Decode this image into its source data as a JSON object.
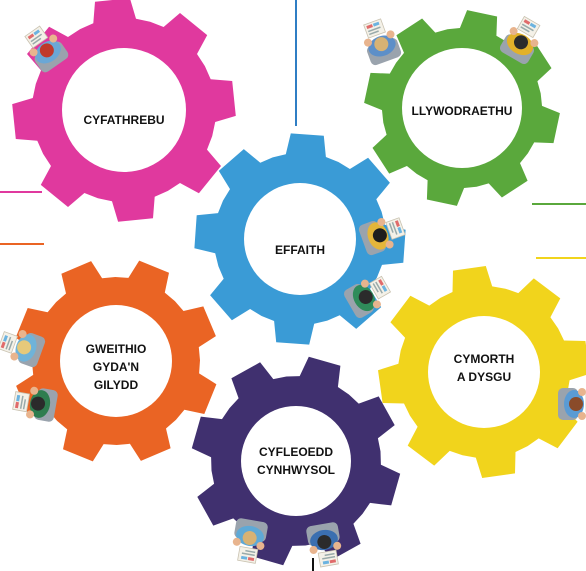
{
  "gears": [
    {
      "id": "cyfathrebu",
      "lines": [
        "CYFATHREBU"
      ],
      "color": "#e0399e"
    },
    {
      "id": "llywodraethu",
      "lines": [
        "LLYWODRAETHU"
      ],
      "color": "#5aa83c"
    },
    {
      "id": "effaith",
      "lines": [
        "EFFAITH"
      ],
      "color": "#3a9bd6"
    },
    {
      "id": "gweithio",
      "lines": [
        "GWEITHIO",
        "GYDA'N",
        "GILYDD"
      ],
      "color": "#ea6424"
    },
    {
      "id": "cymorth",
      "lines": [
        "CYMORTH",
        "A DYSGU"
      ],
      "color": "#f1d41c"
    },
    {
      "id": "cyfleoedd",
      "lines": [
        "CYFLEOEDD",
        "CYNHWYSOL"
      ],
      "color": "#40306f"
    }
  ],
  "colors": {
    "separator_blue": "#2f7ec4",
    "skin": "#e8b48e",
    "hair_dark": "#2b2b2b",
    "paper": "#f4f1e8",
    "chair": "#9aa3ad"
  },
  "icons": [
    "person-at-table-icon",
    "document-icon",
    "chair-icon"
  ]
}
